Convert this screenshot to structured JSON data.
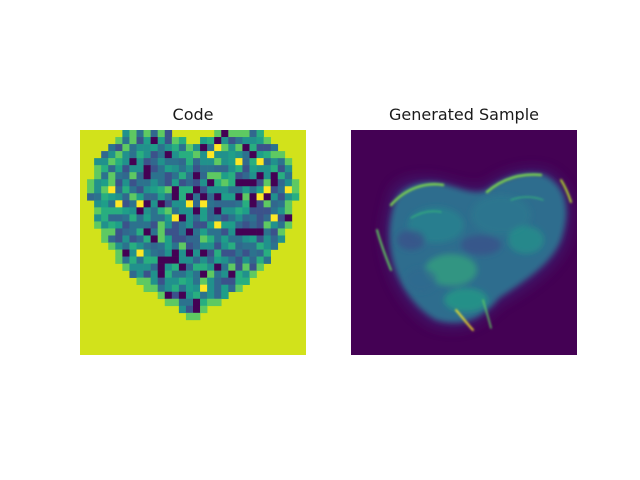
{
  "chart_data": [
    {
      "type": "heatmap",
      "title": "Code",
      "colormap": "viridis",
      "background_color": "#d2e21b",
      "grid": false,
      "legend": "none"
    },
    {
      "type": "heatmap",
      "title": "Generated Sample",
      "colormap": "viridis",
      "background_color": "#440154",
      "grid": false,
      "legend": "none"
    }
  ]
}
